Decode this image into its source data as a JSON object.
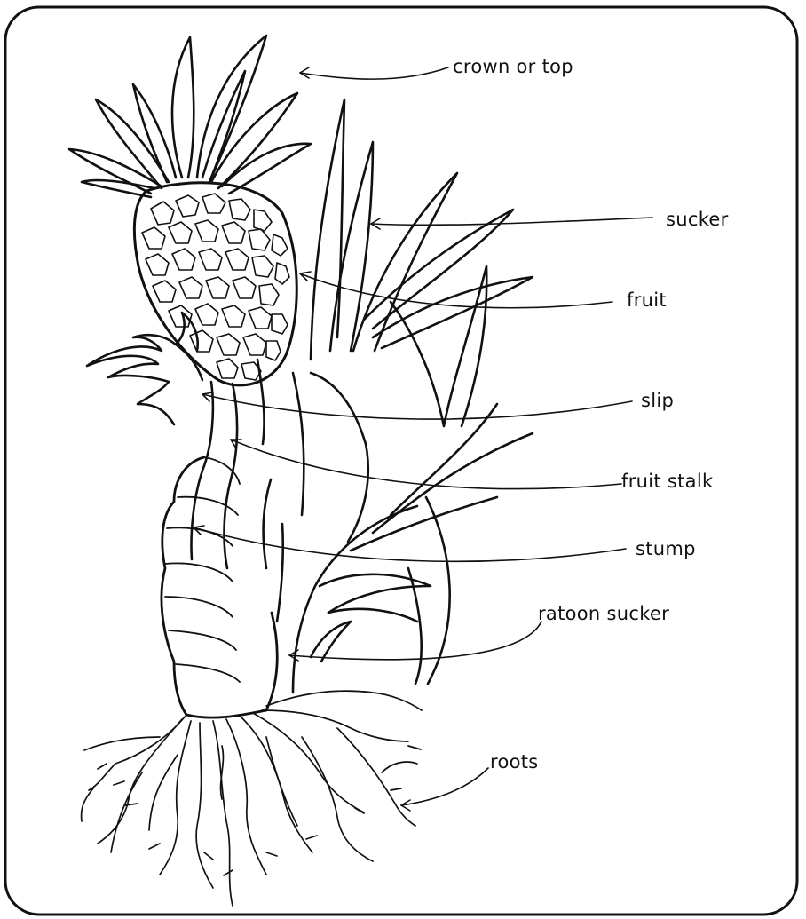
{
  "colors": {
    "ink": "#111111",
    "background": "#ffffff"
  },
  "labels": {
    "crown": "crown or top",
    "sucker": "sucker",
    "fruit": "fruit",
    "slip": "slip",
    "fruit_stalk": "fruit stalk",
    "stump": "stump",
    "ratoon_sucker": "ratoon sucker",
    "roots": "roots"
  }
}
